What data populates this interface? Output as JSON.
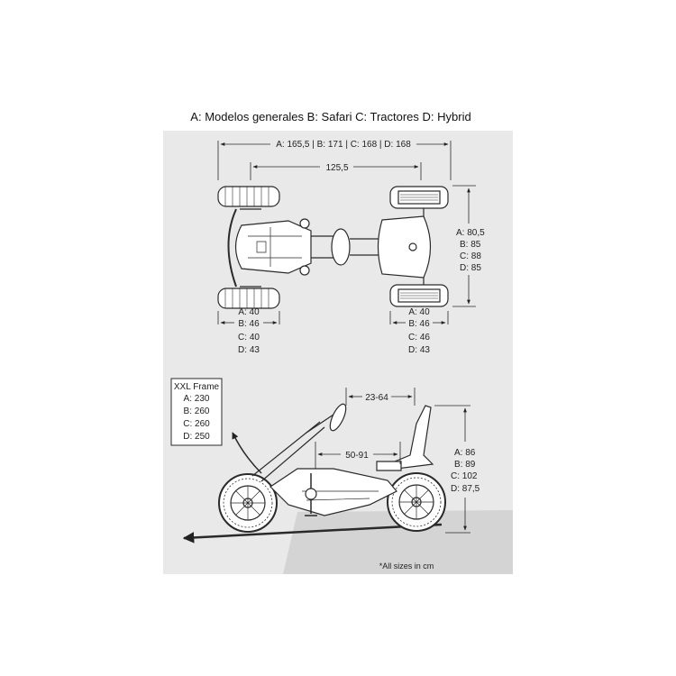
{
  "title": "A: Modelos generales B: Safari C: Tractores D: Hybrid",
  "top_view": {
    "overall_length": "A: 165,5 | B: 171 | C: 168 | D: 168",
    "wheelbase": "125,5",
    "width": [
      "A: 80,5",
      "B: 85",
      "C: 88",
      "D: 85"
    ],
    "front_track": [
      "A: 40",
      "B: 46",
      "C: 40",
      "D: 43"
    ],
    "rear_track": [
      "A: 40",
      "B: 46",
      "C: 46",
      "D: 43"
    ]
  },
  "side_view": {
    "frame_box": [
      "XXL Frame",
      "A: 230",
      "B: 260",
      "C: 260",
      "D: 250"
    ],
    "seat_adjust": "23-64",
    "pedal_range": "50-91",
    "height": [
      "A: 86",
      "B: 89",
      "C: 102",
      "D: 87,5"
    ]
  },
  "footnote": "*All sizes in cm",
  "colors": {
    "panel": "#e9e9e9",
    "line": "#2a2a2a",
    "ground": "#d4d4d4"
  }
}
